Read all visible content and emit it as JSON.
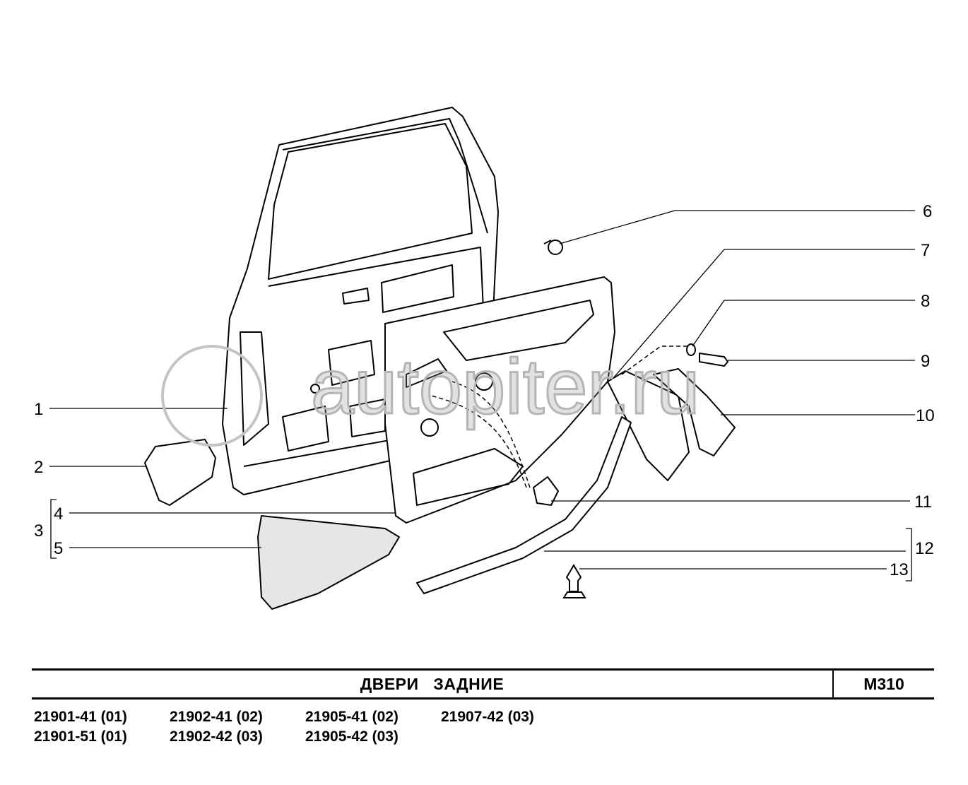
{
  "watermark": "autopiter.ru",
  "callouts": {
    "c1": "1",
    "c2": "2",
    "c3": "3",
    "c4": "4",
    "c5": "5",
    "c6": "6",
    "c7": "7",
    "c8": "8",
    "c9": "9",
    "c10": "10",
    "c11": "11",
    "c12": "12",
    "c13": "13"
  },
  "footer": {
    "title": "ДВЕРИ   ЗАДНИЕ",
    "code": "M310",
    "models": [
      "21901-41 (01)",
      "21902-41 (02)",
      "21905-41 (02)",
      "21907-42 (03)",
      "21901-51 (01)",
      "21902-42 (03)",
      "21905-42 (03)"
    ]
  }
}
